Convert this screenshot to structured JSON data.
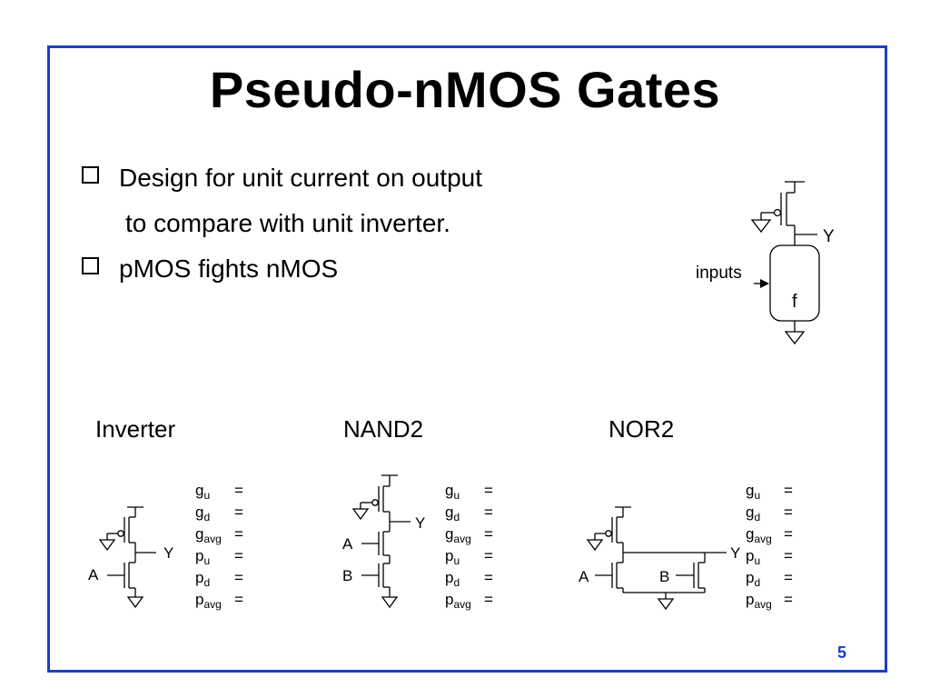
{
  "title": "Pseudo-nMOS Gates",
  "bullets": [
    {
      "line1": "Design for unit current on output",
      "line2": "to compare with unit inverter."
    },
    {
      "line1": "pMOS fights nMOS"
    }
  ],
  "generic_gate": {
    "output": "Y",
    "inputs": "inputs",
    "function": "f"
  },
  "gates": [
    {
      "name": "Inverter",
      "inputs": [
        "A"
      ],
      "output": "Y"
    },
    {
      "name": "NAND2",
      "inputs": [
        "A",
        "B"
      ],
      "output": "Y"
    },
    {
      "name": "NOR2",
      "inputs": [
        "A",
        "B"
      ],
      "output": "Y"
    }
  ],
  "param_rows": [
    {
      "base": "g",
      "sub": "u",
      "eq": "="
    },
    {
      "base": "g",
      "sub": "d",
      "eq": "="
    },
    {
      "base": "g",
      "sub": "avg",
      "eq": "="
    },
    {
      "base": "p",
      "sub": "u",
      "eq": "="
    },
    {
      "base": "p",
      "sub": "d",
      "eq": "="
    },
    {
      "base": "p",
      "sub": "avg",
      "eq": "="
    }
  ],
  "page_number": "5",
  "colors": {
    "frame": "#1a3fc8",
    "page_number": "#1a3fc8",
    "ink": "#000000"
  }
}
